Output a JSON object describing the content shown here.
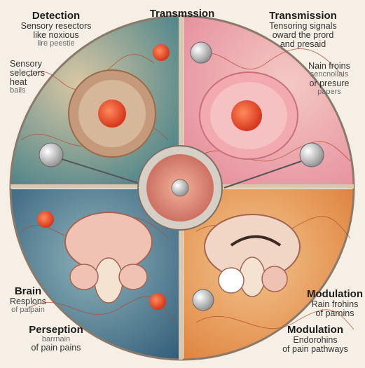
{
  "top_title": "Transmssion",
  "quadrants": {
    "top_left": {
      "title": "Detection",
      "lines": [
        "Sensory resectors",
        "like noxious",
        "lire peestie"
      ],
      "side_lines": [
        "Sensory",
        "selectors",
        "heat",
        "bails"
      ]
    },
    "top_right": {
      "title": "Transmission",
      "lines": [
        "Tensoring signals",
        "oward the prord",
        "and presaid"
      ],
      "side_lines": [
        "Nain froins",
        "sencnoliais",
        "or presure",
        "papers"
      ]
    },
    "bottom_left": {
      "title": "Brain",
      "lines": [
        "Resplons",
        "of palpain"
      ],
      "bottom_title": "Perseption",
      "bottom_lines": [
        "barrnain",
        "of pain pains"
      ]
    },
    "bottom_right": {
      "title": "Modulation",
      "lines": [
        "Rain frohins",
        "of parnins"
      ],
      "bottom_title": "Modulation",
      "bottom_lines": [
        "Endorohins",
        "of pain pathways"
      ]
    }
  },
  "colors": {
    "top_left": "#3f7e86",
    "top_right": "#e99aa7",
    "bottom_left": "#2f5e7a",
    "bottom_right": "#e08a45",
    "nerve": "#c94a2a"
  }
}
